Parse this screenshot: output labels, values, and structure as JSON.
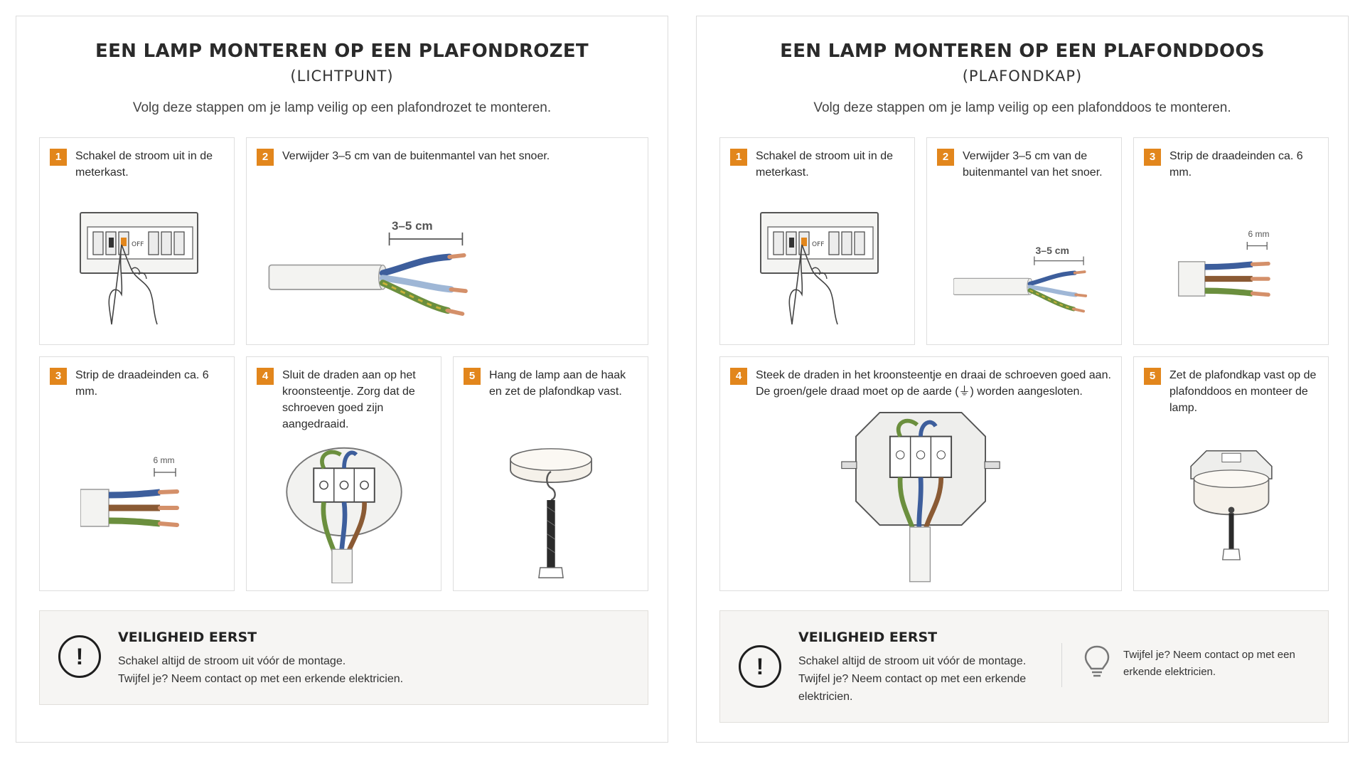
{
  "left": {
    "title": "EEN LAMP MONTEREN OP EEN PLAFONDROZET",
    "subtitle": "(LICHTPUNT)",
    "intro": "Volg deze stappen om je lamp veilig op een plafondrozet te monteren.",
    "steps": [
      {
        "num": "1",
        "text": "Schakel de stroom uit in de meterkast."
      },
      {
        "num": "2",
        "text": "Verwijder 3–5 cm van de buitenmantel van het snoer."
      },
      {
        "num": "3",
        "text": "Strip de draadeinden ca. 6 mm."
      },
      {
        "num": "4",
        "text": "Sluit de draden aan op het kroonsteentje. Zorg dat de schroeven goed zijn aangedraaid."
      },
      {
        "num": "5",
        "text": "Hang de lamp aan de haak en zet de plafondkap vast."
      }
    ],
    "safety": {
      "title": "VEILIGHEID EERST",
      "line1": "Schakel altijd de stroom uit vóór de montage.",
      "line2": "Twijfel je? Neem contact op met een erkende elektricien."
    }
  },
  "right": {
    "title": "EEN LAMP MONTEREN OP EEN PLAFONDDOOS",
    "subtitle": "(PLAFONDKAP)",
    "intro": "Volg deze stappen om je lamp veilig op een plafonddoos te monteren.",
    "steps": [
      {
        "num": "1",
        "text": "Schakel de stroom uit in de meterkast."
      },
      {
        "num": "2",
        "text": "Verwijder 3–5 cm van de buitenmantel van het snoer."
      },
      {
        "num": "3",
        "text": "Strip de draadeinden ca. 6 mm."
      },
      {
        "num": "4",
        "text": "Steek de draden in het kroonsteentje en draai de schroeven goed aan. De groen/gele draad moet op de aarde (⏚) worden aangesloten."
      },
      {
        "num": "5",
        "text": "Zet de plafondkap vast op de plafonddoos en monteer de lamp."
      }
    ],
    "safety": {
      "title": "VEILIGHEID EERST",
      "line1": "Schakel altijd de stroom uit vóór de montage.",
      "line2": "Twijfel je? Neem contact op met een erkende elektricien.",
      "tip": "Twijfel je? Neem contact op met een erkende elektricien."
    }
  },
  "labels": {
    "strip_length": "3–5 cm",
    "strip_wire": "6 mm",
    "switch_off": "OFF"
  },
  "colors": {
    "accent": "#e2861c",
    "wire_blue": "#3d5e9c",
    "wire_brown": "#8a5a34",
    "wire_green": "#6b8f3e",
    "wire_light_blue": "#9fb7d6",
    "copper": "#d4906a"
  },
  "icons": {
    "warning": "exclamation-circle-icon",
    "tip": "lightbulb-icon"
  }
}
